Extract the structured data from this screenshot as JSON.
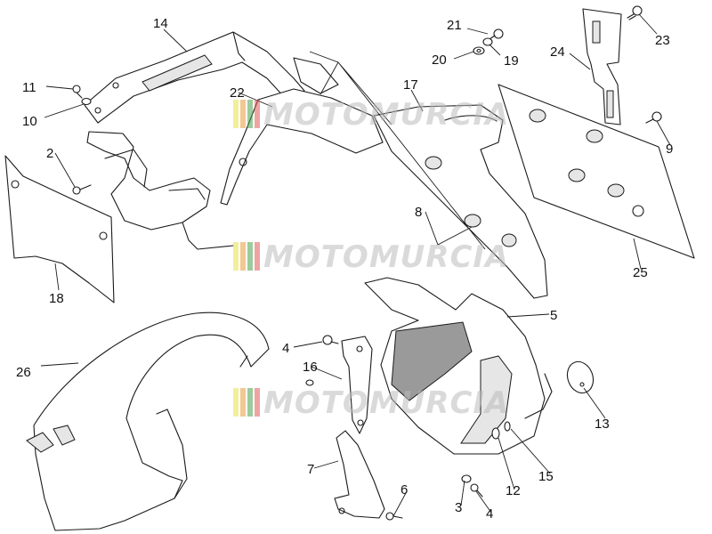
{
  "watermark": {
    "text": "MOTOMURCIA",
    "colors": [
      "#e8e04a",
      "#e89a3a",
      "#4aa34a",
      "#e05a5a"
    ]
  },
  "callouts": [
    {
      "id": "p1",
      "label": "14"
    },
    {
      "id": "p2",
      "label": "21"
    },
    {
      "id": "p3",
      "label": "24"
    },
    {
      "id": "p4",
      "label": "23"
    },
    {
      "id": "p5",
      "label": "11"
    },
    {
      "id": "p6",
      "label": "20"
    },
    {
      "id": "p7",
      "label": "19"
    },
    {
      "id": "p8",
      "label": "10"
    },
    {
      "id": "p9",
      "label": "22"
    },
    {
      "id": "p10",
      "label": "17"
    },
    {
      "id": "p11",
      "label": "9"
    },
    {
      "id": "p12",
      "label": "2"
    },
    {
      "id": "p13",
      "label": "8"
    },
    {
      "id": "p14",
      "label": "25"
    },
    {
      "id": "p15",
      "label": "18"
    },
    {
      "id": "p16",
      "label": "5"
    },
    {
      "id": "p17",
      "label": "4"
    },
    {
      "id": "p18",
      "label": "26"
    },
    {
      "id": "p19",
      "label": "16"
    },
    {
      "id": "p20",
      "label": "13"
    },
    {
      "id": "p21",
      "label": "15"
    },
    {
      "id": "p22",
      "label": "7"
    },
    {
      "id": "p23",
      "label": "12"
    },
    {
      "id": "p24",
      "label": "6"
    },
    {
      "id": "p25",
      "label": "3"
    },
    {
      "id": "p26",
      "label": "4"
    }
  ]
}
